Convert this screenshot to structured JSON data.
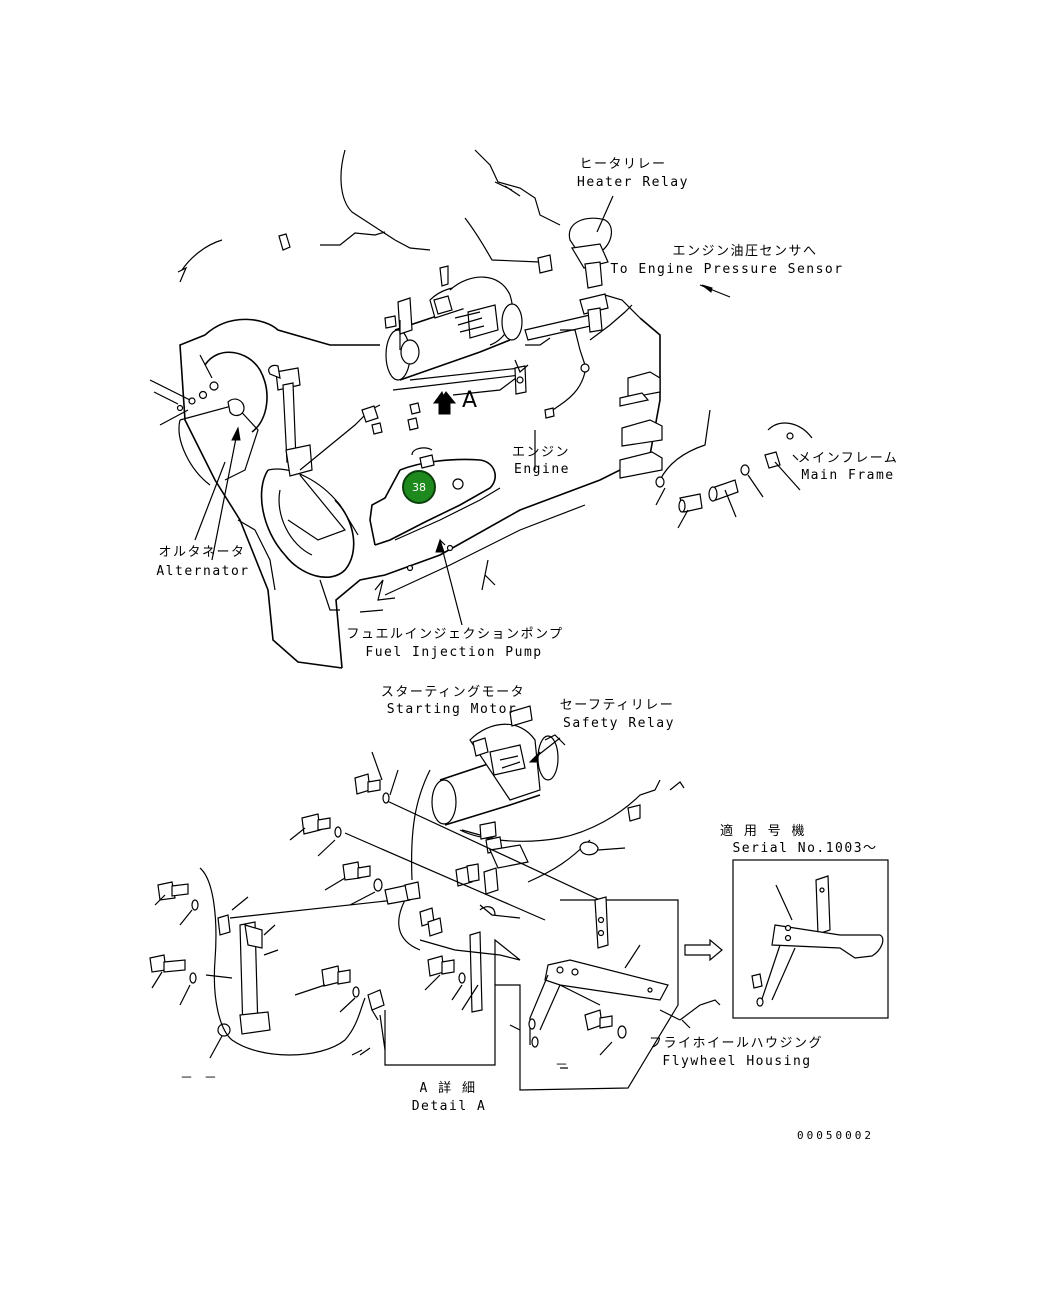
{
  "labels": {
    "heater_relay_jp": "ヒータリレー",
    "heater_relay_en": "Heater Relay",
    "engine_pressure_jp": "エンジン油圧センサへ",
    "engine_pressure_en": "To Engine Pressure Sensor",
    "detail_arrow_letter": "A",
    "engine_jp": "エンジン",
    "engine_en": "Engine",
    "main_frame_jp": "メインフレーム",
    "main_frame_en": "Main Frame",
    "alternator_jp": "オルタネータ",
    "alternator_en": "Alternator",
    "fuel_pump_jp": "フュエルインジェクションポンプ",
    "fuel_pump_en": "Fuel Injection Pump",
    "starting_motor_jp": "スターティングモータ",
    "starting_motor_en": "Starting Motor",
    "safety_relay_jp": "セーフティリレー",
    "safety_relay_en": "Safety Relay",
    "serial_jp": "適 用 号 機",
    "serial_en": "Serial No.1003～",
    "flywheel_jp": "フライホイールハウジング",
    "flywheel_en": "Flywheel Housing",
    "detail_jp": "A 詳 細",
    "detail_en": "Detail A",
    "dash_mark": "－ －",
    "dash_mark_small": "－",
    "drawing_number": "00050002"
  },
  "callout": {
    "number": "38",
    "color": "#1e8a1e"
  }
}
